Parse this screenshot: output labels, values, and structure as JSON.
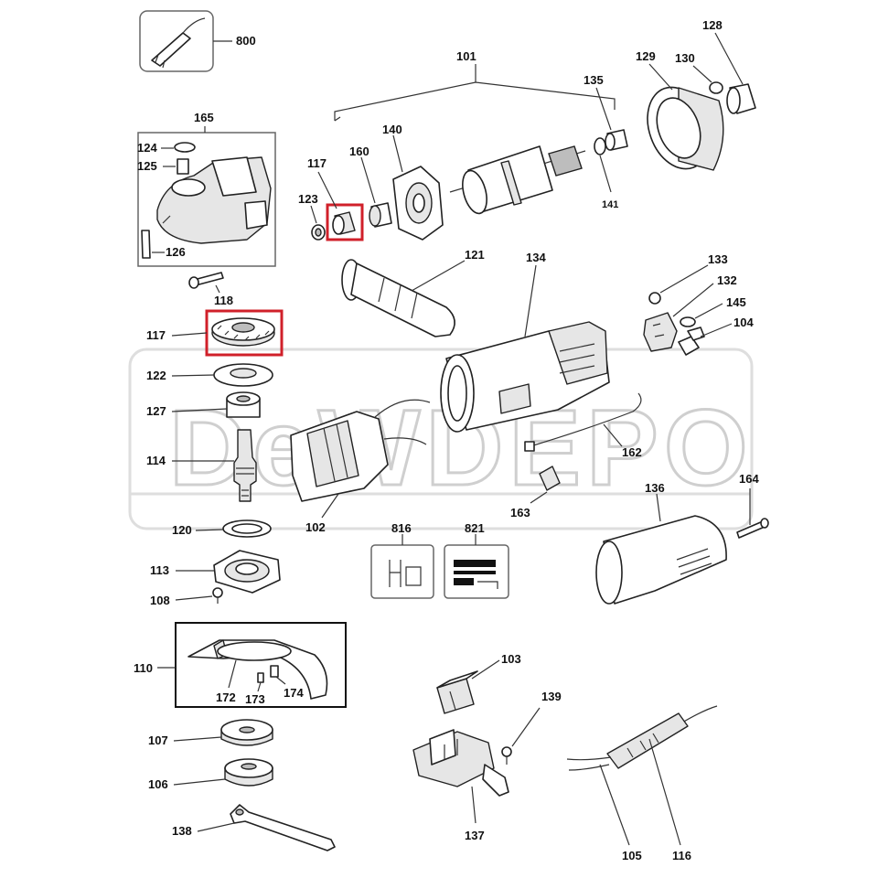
{
  "watermark": {
    "text": "DeWDEPO"
  },
  "labels": {
    "p800": "800",
    "p101": "101",
    "p128": "128",
    "p129": "129",
    "p130": "130",
    "p135": "135",
    "p165": "165",
    "p124": "124",
    "p125": "125",
    "p126": "126",
    "p117a": "117",
    "p160": "160",
    "p140": "140",
    "p123": "123",
    "p141": "141",
    "p121": "121",
    "p134": "134",
    "p133": "133",
    "p132": "132",
    "p145": "145",
    "p104": "104",
    "p118": "118",
    "p117b": "117",
    "p122": "122",
    "p127": "127",
    "p114": "114",
    "p102": "102",
    "p162": "162",
    "p163": "163",
    "p164": "164",
    "p136": "136",
    "p120": "120",
    "p816": "816",
    "p821": "821",
    "p113": "113",
    "p108": "108",
    "p110": "110",
    "p172": "172",
    "p173": "173",
    "p174": "174",
    "p103": "103",
    "p139": "139",
    "p107": "107",
    "p106": "106",
    "p137": "137",
    "p138": "138",
    "p105": "105",
    "p116": "116"
  },
  "highlight_color": "#d0202a"
}
